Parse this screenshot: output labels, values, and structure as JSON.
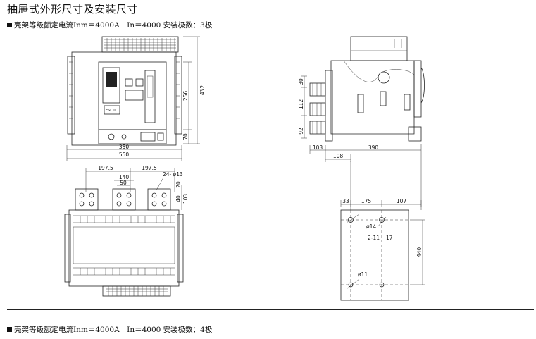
{
  "title": "抽屉式外形尺寸及安装尺寸",
  "spec_top": "壳架等级额定电流Inm＝4000A　In＝4000 安装极数：3极",
  "spec_bottom": "壳架等级额定电流Inm＝4000A　In＝4000 安装极数：4极",
  "front_view": {
    "width_total": "550",
    "width_inner": "350",
    "height_total": "432",
    "height_mid": "256",
    "height_bottom": "70"
  },
  "top_view": {
    "pitch_left": "197.5",
    "pitch_right": "197.5",
    "holes": "24- ø13",
    "spacing_140": "140",
    "spacing_50": "50",
    "dim_20": "20",
    "dim_40": "40",
    "dim_103": "103"
  },
  "side_view": {
    "v_30": "30",
    "v_112": "112",
    "v_92": "92",
    "h_103": "103",
    "h_390": "390",
    "h_108": "108"
  },
  "mount_view": {
    "d_33": "33",
    "d_175": "175",
    "d_107": "107",
    "hole_14": "ø14",
    "slot": "2-11",
    "d_17": "17",
    "d_440": "440",
    "hole_11": "ø11"
  }
}
